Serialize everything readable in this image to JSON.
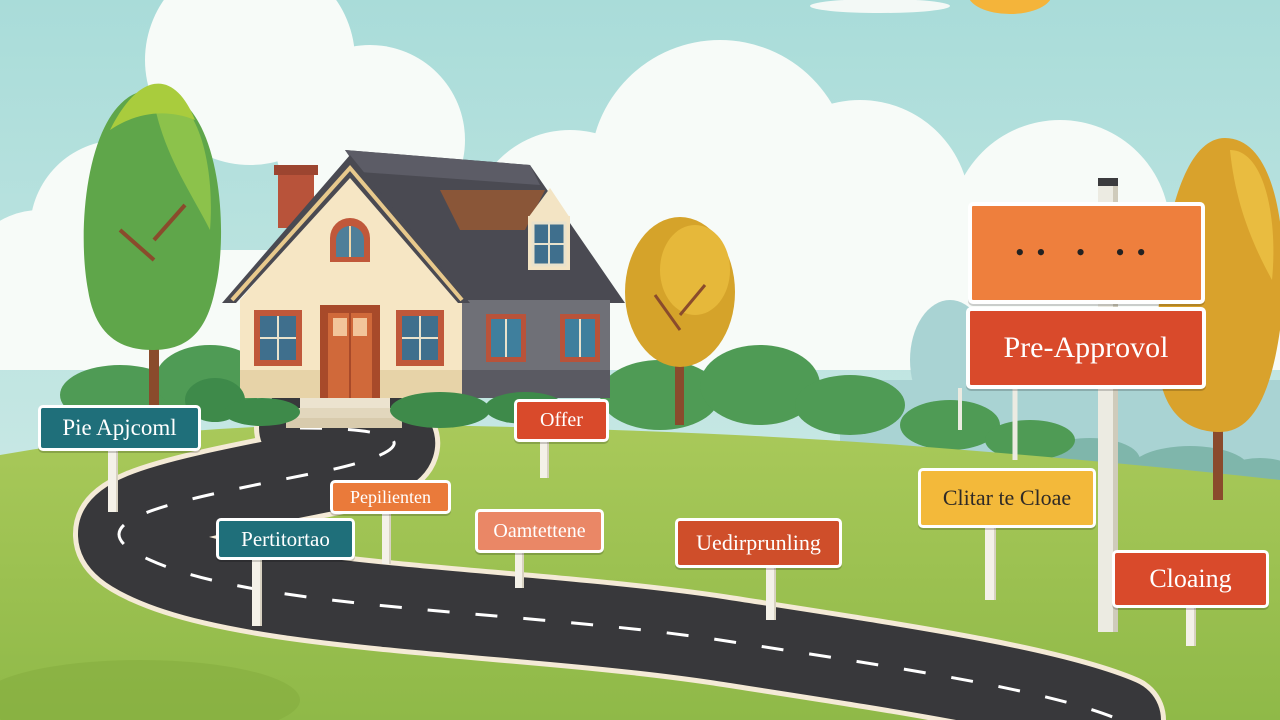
{
  "colors": {
    "sky": "#bfe3e0",
    "grass": "#9cc24f",
    "road": "#3a3a3c",
    "house_wall": "#f6e6c4",
    "roof": "#4b4b52",
    "door": "#c8622e",
    "sign_teal": "#1f6f7a",
    "sign_red": "#d94a2b",
    "sign_orange": "#ea7a3a",
    "sign_salmon": "#ea8766",
    "sign_yellow": "#f3b93a"
  },
  "signs": {
    "pre_approcml": "Pie Apjcoml",
    "offer": "Offer",
    "prequalification": "Pepilienten",
    "preinspection": "Pertitortao",
    "cancellation": "Oamtettene",
    "underwriting": "Uedirprunling",
    "clear_to_close": "Clitar te Cloae",
    "pre_approval": "Pre-Approvol",
    "closing": "Cloaing"
  }
}
